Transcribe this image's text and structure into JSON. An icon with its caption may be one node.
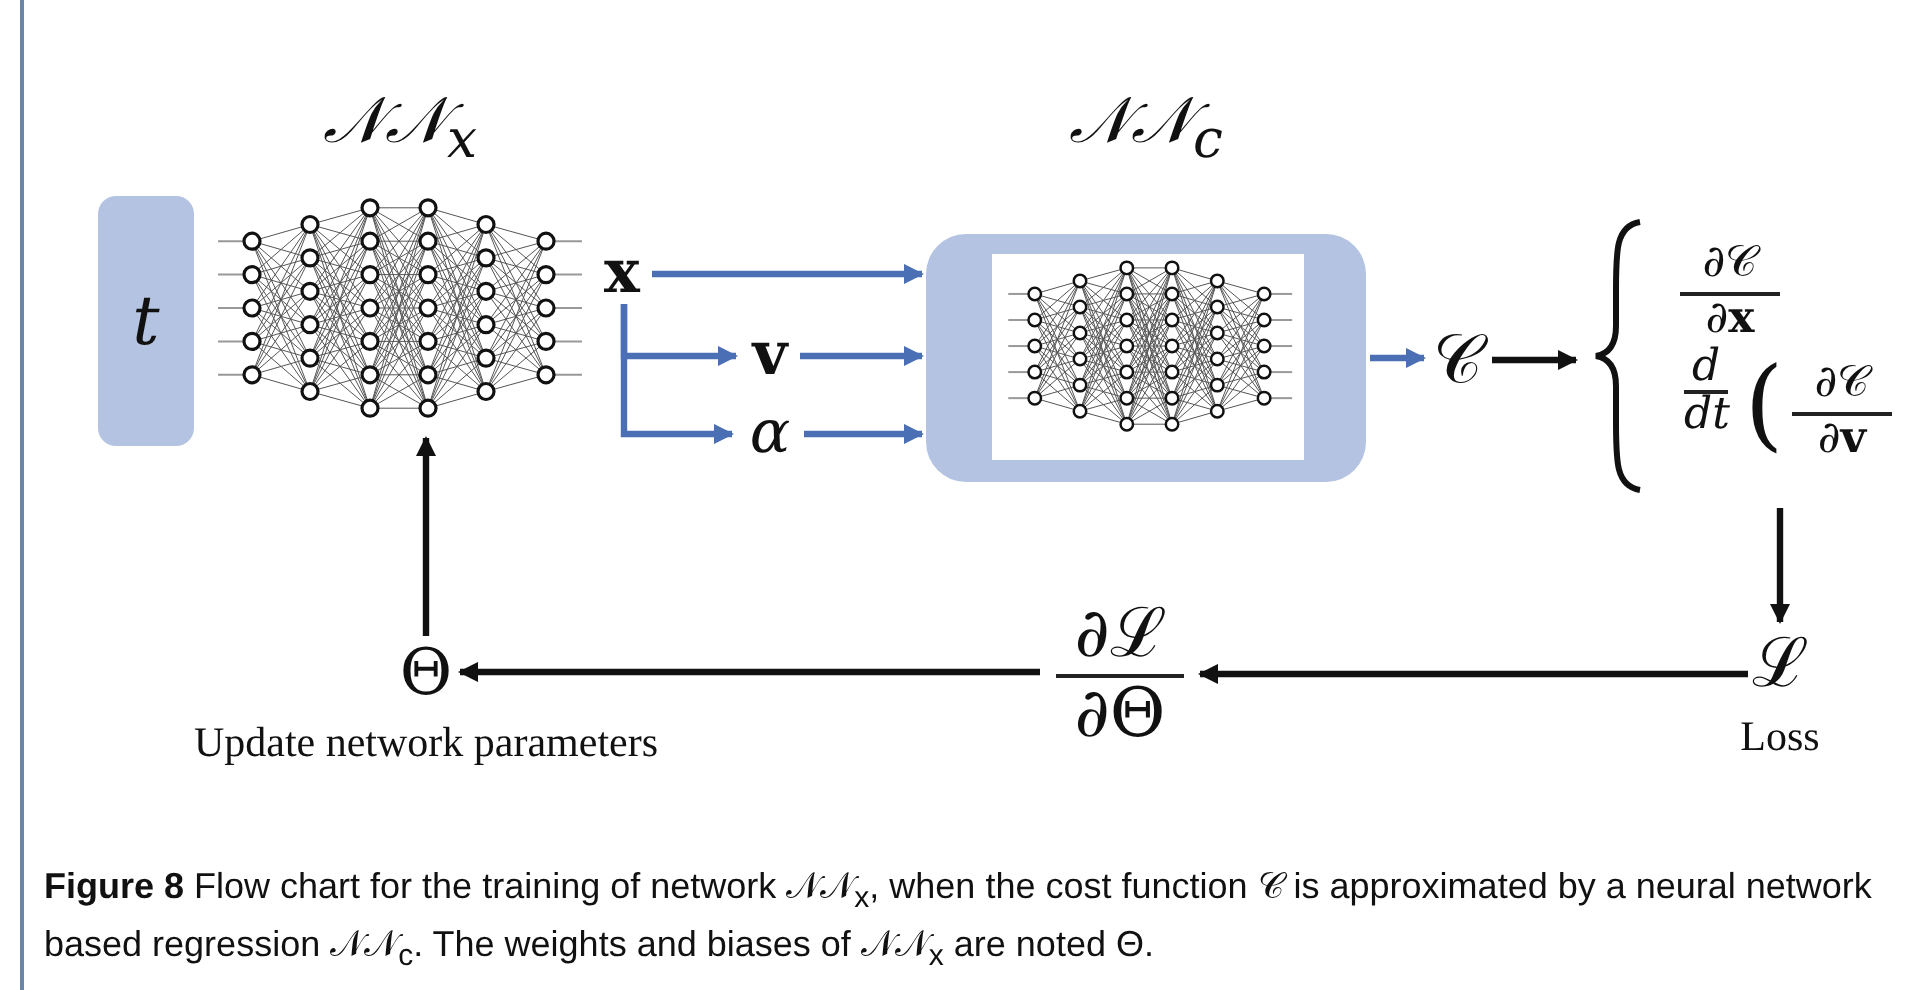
{
  "diagram": {
    "caption": "**Figure 8** Flow chart for the training of network 𝒩𝒩$_{x}$, when the cost function 𝒞 is approximated by a neural network based regression 𝒩𝒩$_{c}$. The weights and biases of 𝒩𝒩$_{x}$ are noted Θ.",
    "nodes": [
      {
        "text": [
          "t"
        ]
      },
      {
        "text": [
          "𝒩𝒩$_{x}$"
        ]
      },
      {
        "text": [
          "x"
        ]
      },
      {
        "text": [
          "v"
        ]
      },
      {
        "text": [
          "α"
        ]
      },
      {
        "text": [
          "𝒩𝒩$_{c}$"
        ]
      },
      {
        "text": [
          "𝒞"
        ]
      },
      {
        "text": [
          "∂𝒞",
          "∂**x**",
          "d",
          "dt",
          "(",
          "∂𝒞",
          "∂**v**"
        ]
      },
      {
        "text": [
          "ℒ"
        ],
        "beside": [
          "Loss"
        ]
      },
      {
        "text": [
          "∂ℒ",
          "∂Θ"
        ]
      },
      {
        "text": [
          "Θ"
        ],
        "beside": [
          "Update network parameters"
        ]
      }
    ],
    "edges": [
      {
        "from": 2,
        "to": 5,
        "arrow": "to"
      },
      {
        "from": 2,
        "to": 3,
        "arrow": "to"
      },
      {
        "from": 2,
        "to": 4,
        "arrow": "to"
      },
      {
        "from": 3,
        "to": 5,
        "arrow": "to"
      },
      {
        "from": 4,
        "to": 5,
        "arrow": "to"
      },
      {
        "from": 5,
        "to": 6,
        "arrow": "to"
      },
      {
        "from": 6,
        "to": 7,
        "arrow": "to",
        "color": "#111111"
      },
      {
        "from": 7,
        "to": 8,
        "arrow": "to",
        "color": "#111111"
      },
      {
        "from": 8,
        "to": 9,
        "arrow": "to",
        "color": "#111111"
      },
      {
        "from": 9,
        "to": 10,
        "arrow": "to",
        "color": "#111111"
      },
      {
        "from": 10,
        "to": 1,
        "arrow": "to",
        "color": "#111111"
      }
    ]
  }
}
